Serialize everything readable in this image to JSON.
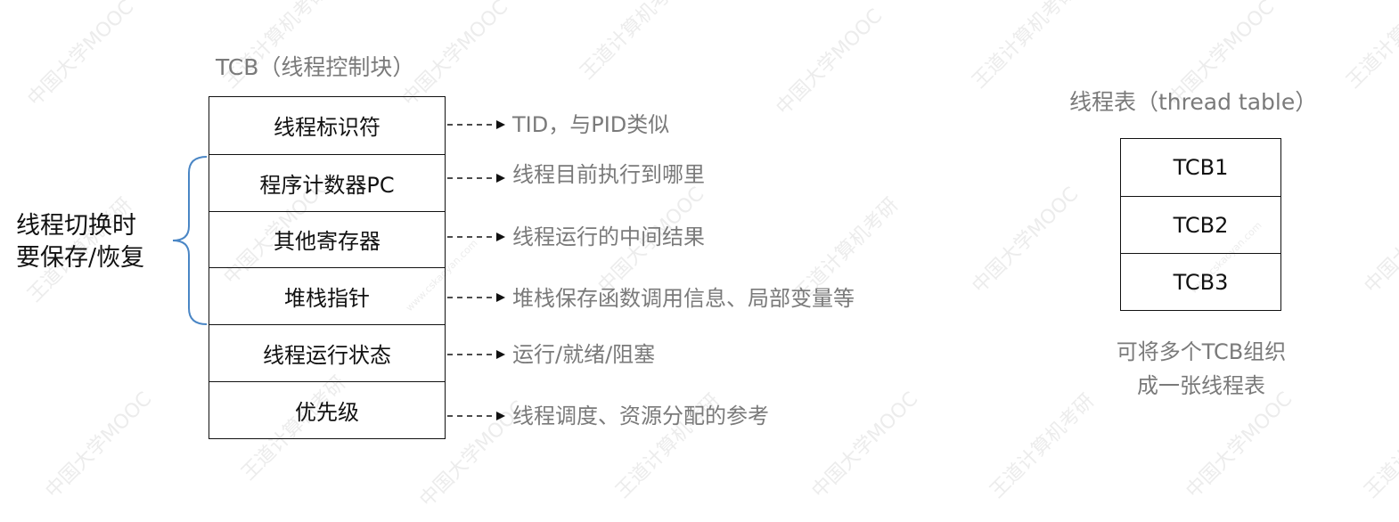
{
  "tcb_title": "TCB（线程控制块）",
  "tcb_fields": [
    {
      "label": "线程标识符",
      "desc": "TID，与PID类似"
    },
    {
      "label": "程序计数器PC",
      "desc": "线程目前执行到哪里"
    },
    {
      "label": "其他寄存器",
      "desc": "线程运行的中间结果"
    },
    {
      "label": "堆栈指针",
      "desc": "堆栈保存函数调用信息、局部变量等"
    },
    {
      "label": "线程运行状态",
      "desc": "运行/就绪/阻塞"
    },
    {
      "label": "优先级",
      "desc": "线程调度、资源分配的参考"
    }
  ],
  "brace_label": {
    "line1": "线程切换时",
    "line2": "要保存/恢复"
  },
  "brace_color": "#4a86c5",
  "thread_table_title": "线程表（thread table）",
  "thread_table_rows": [
    "TCB1",
    "TCB2",
    "TCB3"
  ],
  "note": {
    "line1": "可将多个TCB组织",
    "line2": "成一张线程表"
  },
  "watermark": {
    "text1": "中国大学MOOC",
    "text2": "王道计算机考研",
    "text3": "www.cskaoyan.com"
  }
}
